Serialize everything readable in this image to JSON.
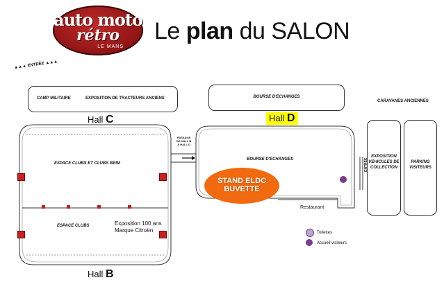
{
  "logo": {
    "line1": "auto moto",
    "line2": "rétro",
    "line3": "LE MANS"
  },
  "title": {
    "prefix": "Le ",
    "bold": "plan",
    "suffix": " du SALON"
  },
  "entrance_top": "▲▲▲ ENTRÉE ▲▲▲",
  "areas": {
    "camp_militaire": "CAMP MILITAIRE",
    "tracteurs": "EXPOSITION DE TRACTEURS ANCIENS",
    "bourse_top": "BOURSE D'ECHANGES",
    "caravanes": "CARAVANES ANCIENNES",
    "clubs_beim": "ESPACE CLUBS ET CLUBS BEIM",
    "espace_clubs": "ESPACE CLUBS",
    "citroen": "Exposition 100 ans\nMarque Citroën",
    "passage": "PASSAGE\nDE HALL B\nÀ HALL D",
    "bourse_hall_d": "BOURSE D'ECHANGES",
    "stand": "STAND ELDC\nBUVETTE",
    "restaurant": "Restaurant",
    "expo_vehicules": "EXPOSITION\nVEHICULES DE\nCOLLECTION",
    "parking": "PARKING\nVISITEURS",
    "entree_side": "ENTRÉE"
  },
  "halls": {
    "c": {
      "prefix": "Hall ",
      "letter": "C"
    },
    "d": {
      "prefix": "Hall ",
      "letter": "D"
    },
    "b": {
      "prefix": "Hall ",
      "letter": "B"
    }
  },
  "legend": {
    "toilettes": "Toilettes",
    "accueil": "Accueil visiteurs"
  },
  "colors": {
    "stand": "#f26a10",
    "hall_d_tag": "#ffff00",
    "logo": "#8e1414",
    "accueil": "#7a3b8f"
  }
}
